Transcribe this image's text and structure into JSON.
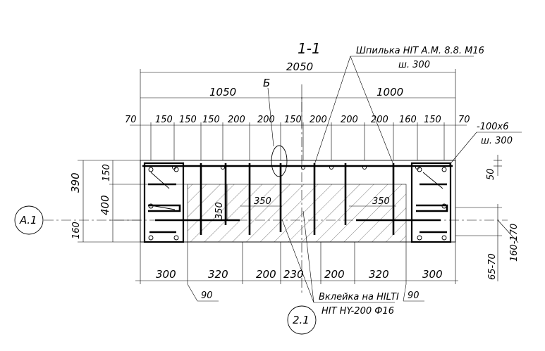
{
  "section_title": "1-1",
  "labels": {
    "top_anchor": "Шпилька HIT A.M. 8.8. M16",
    "top_anchor_step": "ш. 300",
    "plate": "-100х6",
    "plate_step": "ш. 300",
    "detail_b": "Б",
    "bottom_glue": "Вклейка на HILTI",
    "bottom_glue_2": "HIT HY-200 Ф16",
    "axis_a": "А.1",
    "axis_21": "2.1"
  },
  "dims": {
    "total": "2050",
    "left_half": "1050",
    "right_half": "1000",
    "top_row": [
      "70",
      "150",
      "150",
      "150",
      "200",
      "200",
      "150",
      "200",
      "200",
      "200",
      "160",
      "150",
      "70"
    ],
    "left_v": [
      "390",
      "400",
      "150",
      "160",
      "350"
    ],
    "right_v": [
      "50",
      "160-170",
      "65-70"
    ],
    "inner_350_left": "350",
    "inner_350_right": "350",
    "bottom_row": [
      "300",
      "320",
      "200",
      "230",
      "200",
      "320",
      "300"
    ],
    "bottom_small_left": "90",
    "bottom_small_right": "90"
  }
}
